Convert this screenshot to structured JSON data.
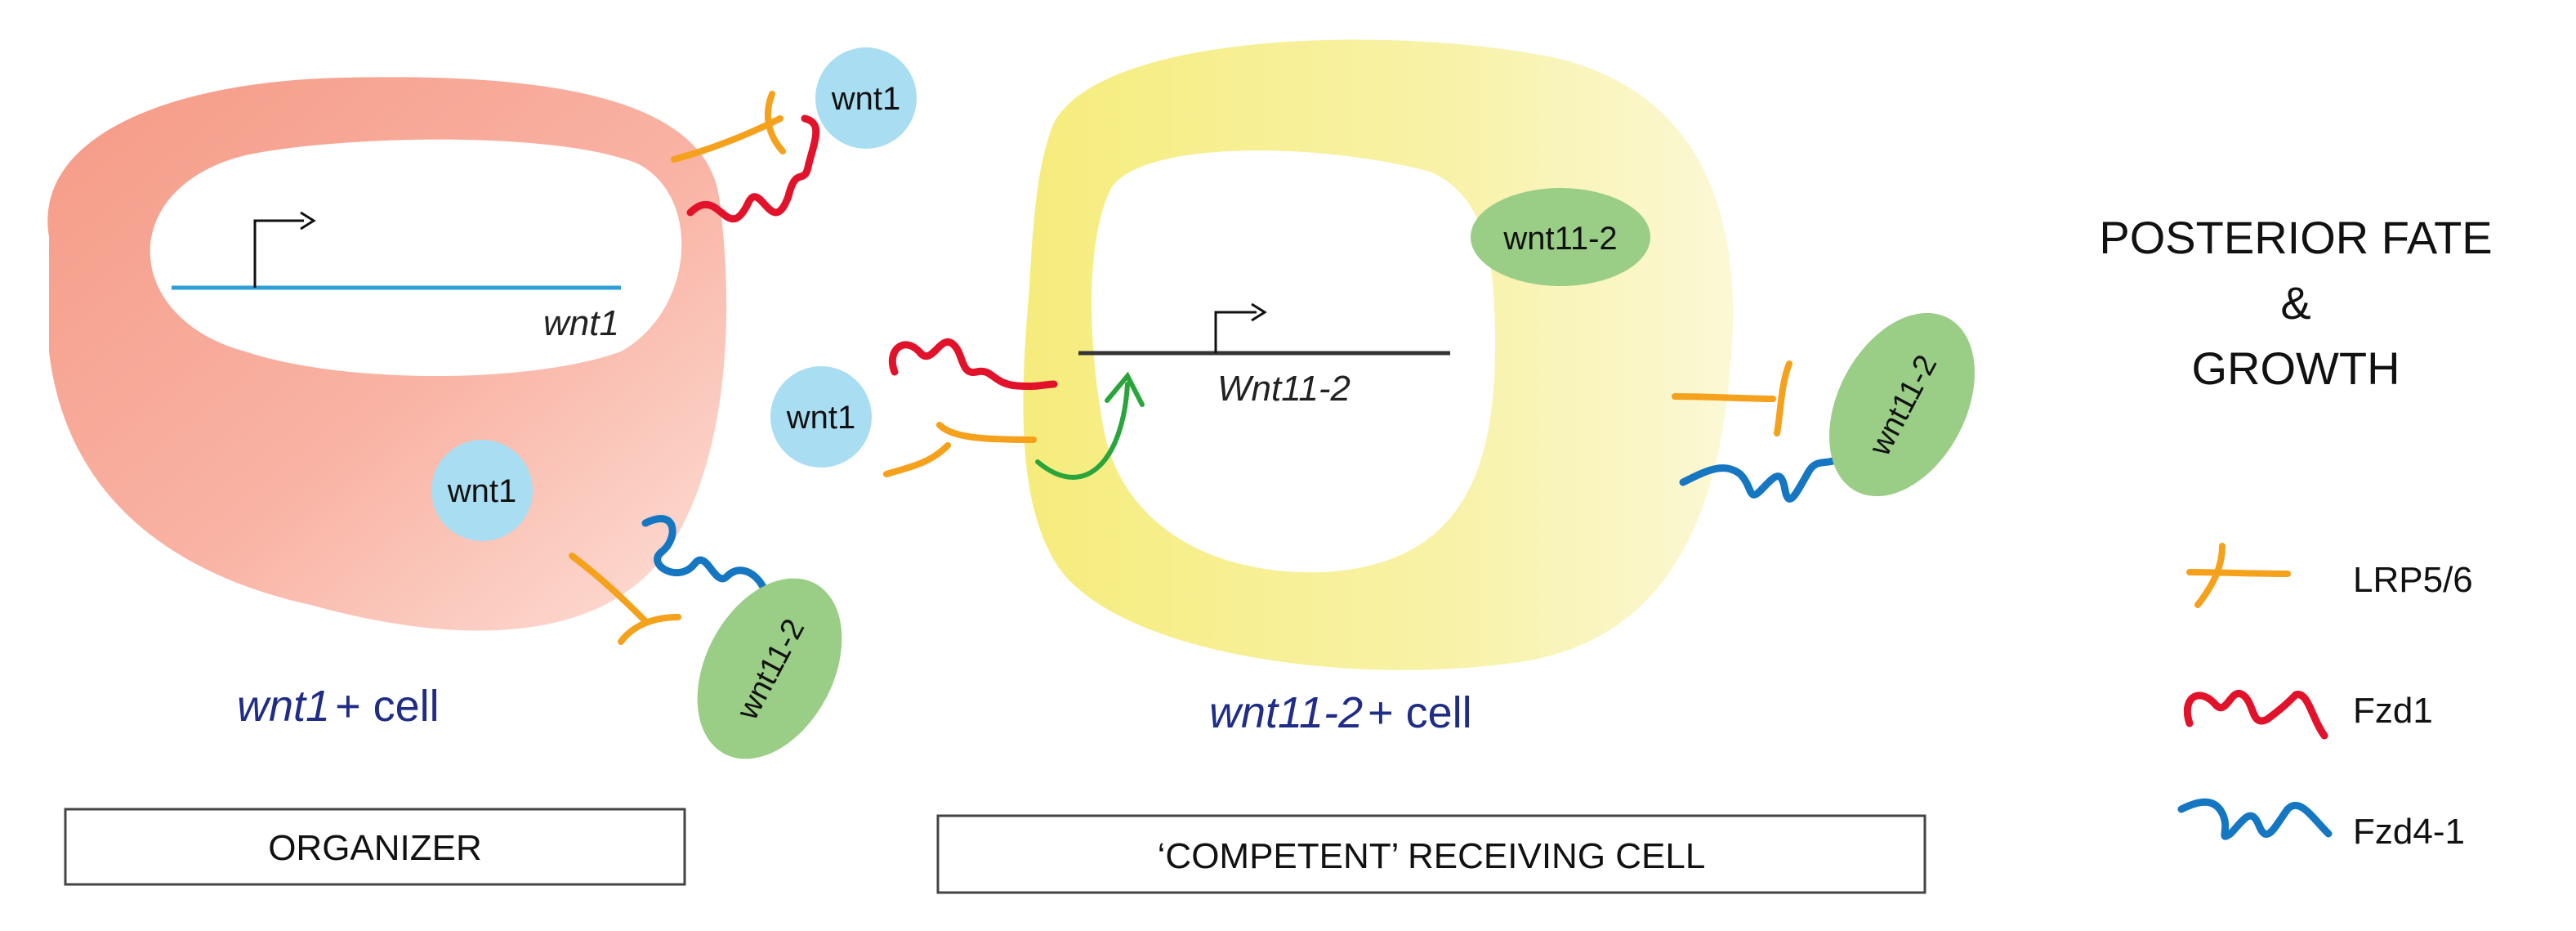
{
  "organizer_cell": {
    "gene_label": "wnt1",
    "ligands": [
      "wnt1",
      "wnt1"
    ],
    "bound_ligand": "wnt11-2",
    "cell_label_gene": "wnt1",
    "cell_label_rest": "+ cell",
    "box_label": "ORGANIZER"
  },
  "receiving_cell": {
    "incoming_ligand": "wnt1",
    "gene_label": "Wnt11-2",
    "internal_ligand": "wnt11-2",
    "bound_ligand": "wnt11-2",
    "cell_label_gene": "wnt11-2",
    "cell_label_rest": "+ cell",
    "box_label": "‘COMPETENT’ RECEIVING CELL"
  },
  "outcome": {
    "line1": "POSTERIOR FATE",
    "line2": "&",
    "line3": "GROWTH"
  },
  "legend": [
    {
      "name": "LRP5/6",
      "color": "#f5a11c"
    },
    {
      "name": "Fzd1",
      "color": "#e2122b"
    },
    {
      "name": "Fzd4-1",
      "color": "#1577c2"
    }
  ],
  "colors": {
    "organizer_cell": "#f7a999",
    "receiving_cell": "#f8f09a",
    "wnt1_ligand": "#a9def2",
    "wnt11_2_ligand": "#9acd85",
    "gene_line_organizer": "#2e9ed6",
    "gene_line_receiving": "#333333",
    "activation_arrow": "#2aa53b",
    "label_blue": "#1f2d86"
  }
}
